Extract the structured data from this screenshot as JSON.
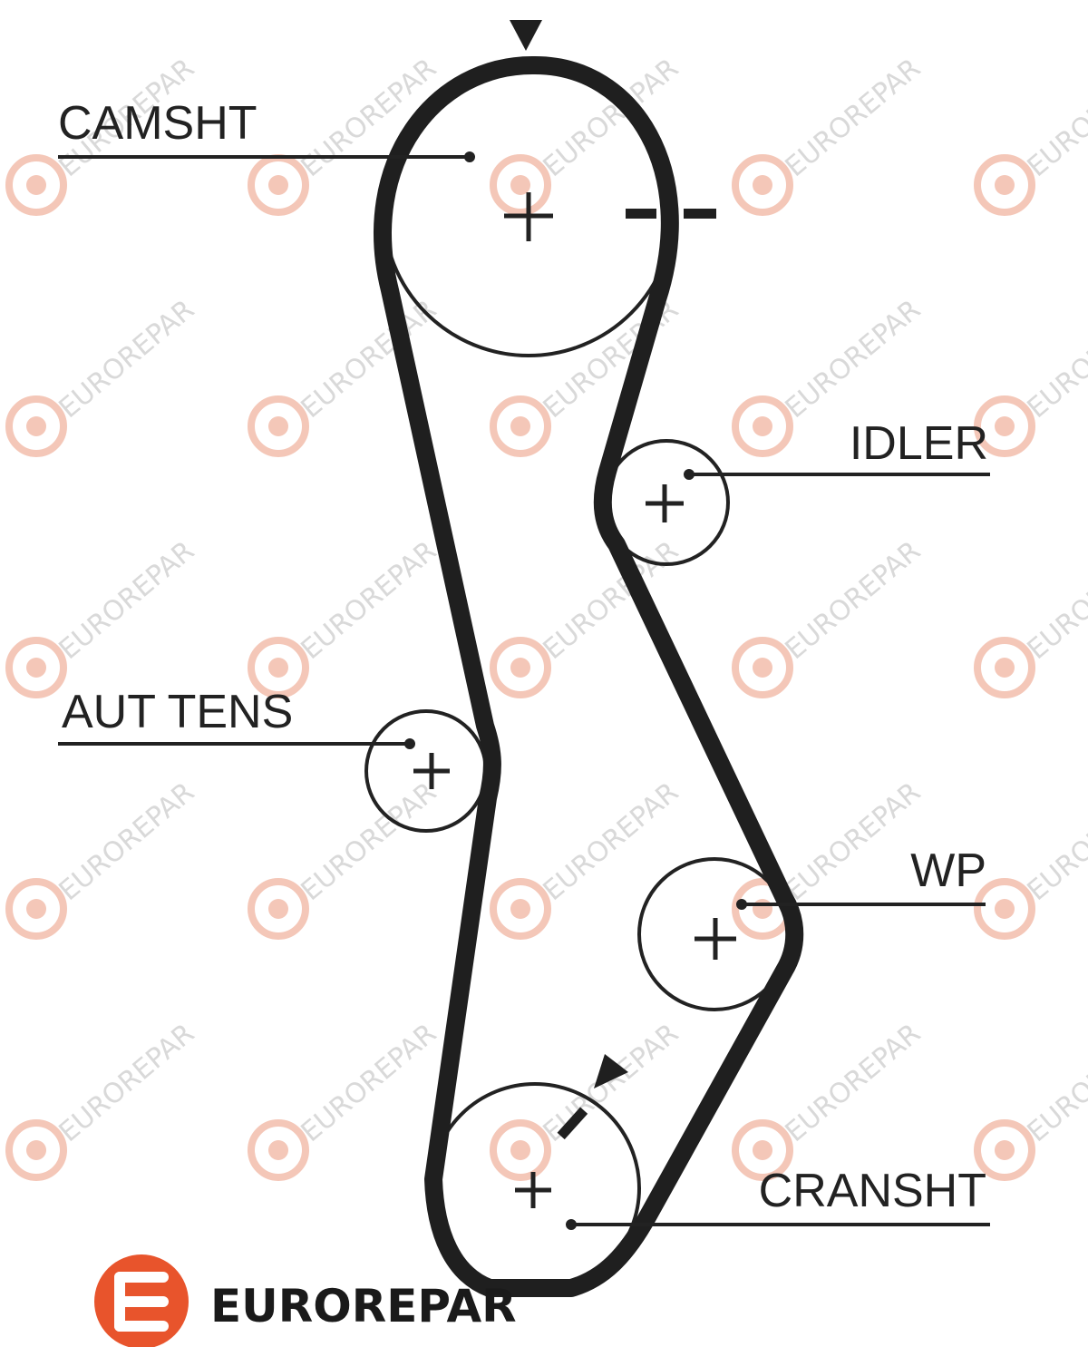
{
  "watermark": {
    "text": "EUROREPAR",
    "color": "#d9d9d9",
    "badge_color": "#f4c7b8"
  },
  "labels": {
    "camshaft": "CAMSHT",
    "idler": "IDLER",
    "tensioner": "AUT TENS",
    "water_pump": "WP",
    "crankshaft": "CRANSHT"
  },
  "brand": {
    "name": "EUROREPAR",
    "logo_color": "#e8542c"
  },
  "colors": {
    "belt": "#1f1f1f",
    "line": "#222222"
  }
}
